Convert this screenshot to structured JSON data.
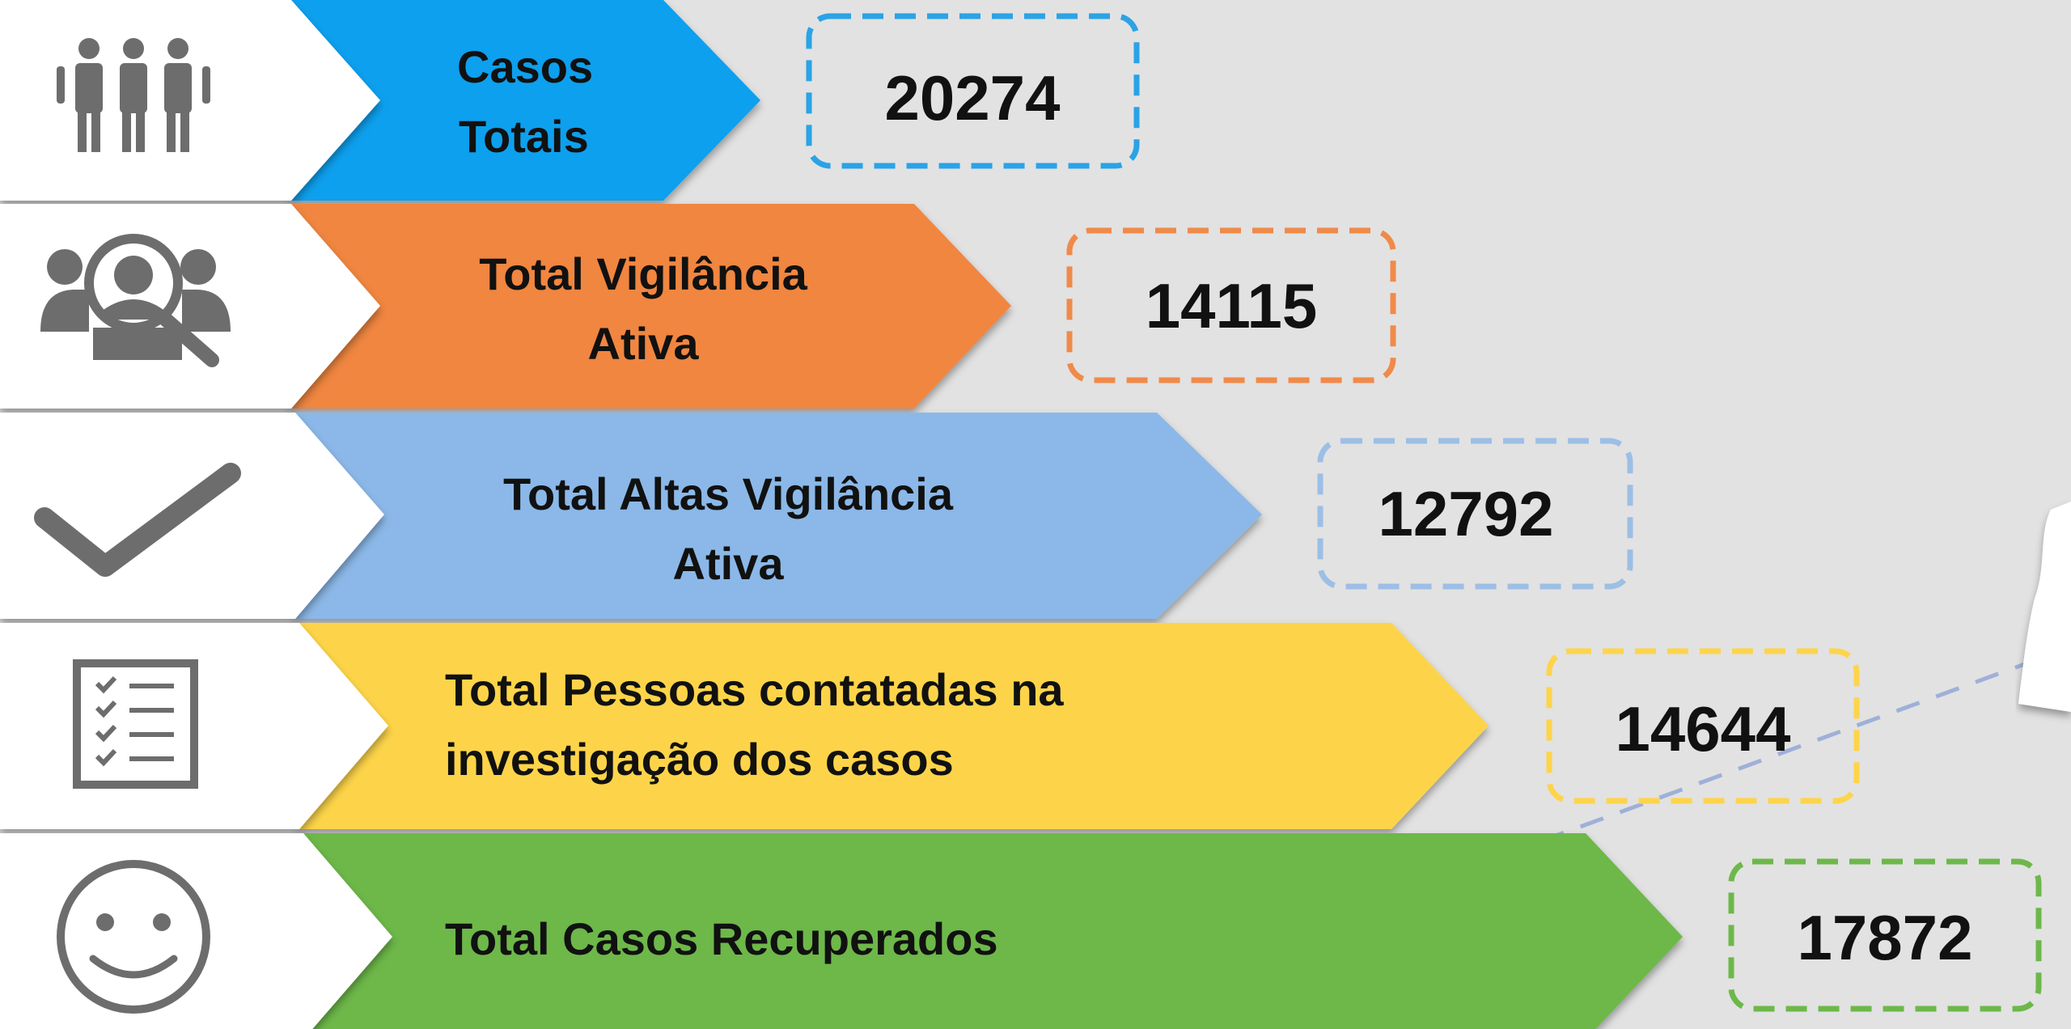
{
  "colors": {
    "background": "#e2e2e2",
    "blue": "#0aa0ee",
    "orange": "#f08640",
    "light_blue": "#8bb8e8",
    "yellow": "#fdd44a",
    "green": "#6db84a",
    "icon_gray": "#6d6d6d"
  },
  "rows": [
    {
      "icon": "people-group-icon",
      "label_line1": "Casos",
      "label_line2": "Totais",
      "value": "20274"
    },
    {
      "icon": "person-search-icon",
      "label_line1": "Total Vigilância",
      "label_line2": "Ativa",
      "value": "14115"
    },
    {
      "icon": "checkmark-icon",
      "label_line1": "Total Altas Vigilância",
      "label_line2": "Ativa",
      "value": "12792"
    },
    {
      "icon": "checklist-icon",
      "label_line1": "Total Pessoas contatadas na",
      "label_line2": "investigação dos casos",
      "value": "14644"
    },
    {
      "icon": "smiley-face-icon",
      "label_line1": "Total Casos Recuperados",
      "value": "17872"
    }
  ]
}
